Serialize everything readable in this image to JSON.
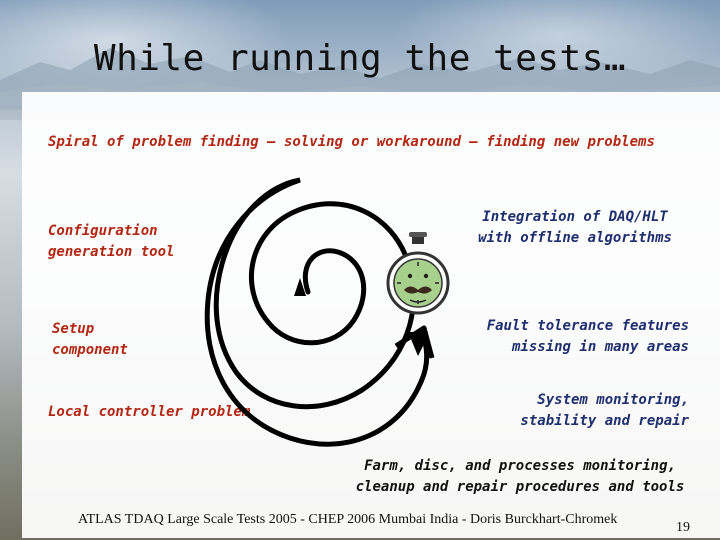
{
  "slide": {
    "title": "While running the tests…",
    "subtitle": "Spiral of problem finding – solving or workaround – finding new problems",
    "left_items": [
      "Configuration\ngeneration tool",
      "Setup\ncomponent",
      "Local controller problem"
    ],
    "right_items": [
      "Integration of DAQ/HLT\nwith offline algorithms",
      "Fault tolerance features\nmissing in many areas",
      "System monitoring,\nstability and repair",
      "Farm, disc, and processes monitoring,\ncleanup and repair procedures and tools"
    ],
    "footer": "ATLAS TDAQ Large Scale Tests 2005 - CHEP 2006 Mumbai India - Doris Burckhart-Chromek",
    "page_number": "19"
  },
  "icons": {
    "spiral": "spiral-arrow-icon",
    "stopwatch": "stopwatch-face-icon"
  },
  "colors": {
    "subtitle": "#b32612",
    "left_text": "#b32612",
    "right_text": "#1f2e6e",
    "stopwatch_face": "#a8d08d"
  }
}
